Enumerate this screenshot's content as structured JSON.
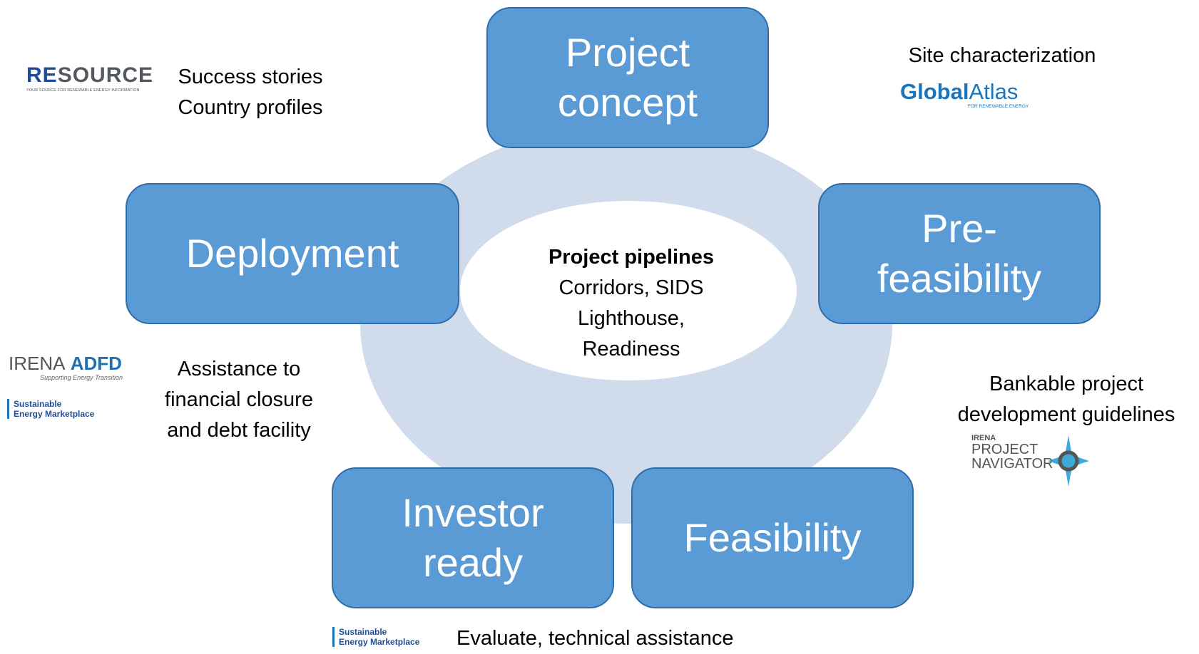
{
  "hub": {
    "title": "Project pipelines",
    "line1": "Corridors, SIDS",
    "line2": "Lighthouse,",
    "line3": "Readiness"
  },
  "stages": {
    "concept": [
      "Project",
      "concept"
    ],
    "prefeasibility": [
      "Pre-",
      "feasibility"
    ],
    "deployment": [
      "Deployment"
    ],
    "investor_ready": [
      "Investor",
      "ready"
    ],
    "feasibility": [
      "Feasibility"
    ]
  },
  "notes": {
    "resource": [
      "Success stories",
      "Country profiles"
    ],
    "site": [
      "Site characterization"
    ],
    "deployment": [
      "Assistance to",
      "financial closure",
      "and debt facility"
    ],
    "bankable": [
      "Bankable project",
      "development guidelines"
    ],
    "investor": "Evaluate, technical assistance"
  },
  "logos": {
    "resource": {
      "re": "RE",
      "source": "SOURCE",
      "tagline": "YOUR SOURCE FOR RENEWABLE ENERGY INFORMATION"
    },
    "globalatlas": {
      "global": "Global",
      "atlas": "Atlas",
      "tagline": "FOR RENEWABLE ENERGY"
    },
    "adfd": {
      "irena": "IRENA",
      "adfd": "ADFD",
      "tagline": "Supporting Energy Transition"
    },
    "sem": {
      "line1": "Sustainable",
      "line2": "Energy Marketplace"
    },
    "project_navigator": {
      "irena": "IRENA",
      "line1": "PROJECT",
      "line2": "NAVIGATOR"
    }
  },
  "colors": {
    "box_fill": "#5b9bd5",
    "ring": "#d0dbeb",
    "brand_blue": "#1b75bb"
  }
}
